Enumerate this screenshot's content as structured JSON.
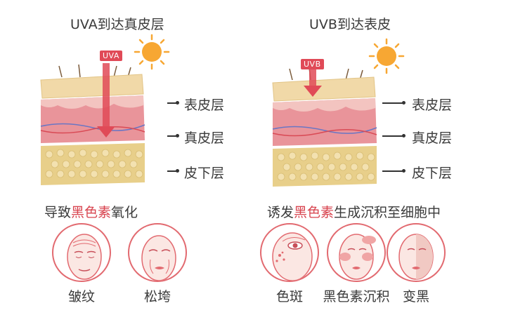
{
  "panels": [
    {
      "title": "UVA到达真皮层",
      "ray_tag": "UVA",
      "layers": [
        "表皮层",
        "真皮层",
        "皮下层"
      ],
      "effect_prefix": "导致",
      "effect_highlight": "黑色素",
      "effect_suffix": "氧化",
      "captions": [
        "皱纹",
        "松垮"
      ]
    },
    {
      "title": "UVB到达表皮",
      "ray_tag": "UVB",
      "layers": [
        "表皮层",
        "真皮层",
        "皮下层"
      ],
      "effect_prefix": "诱发",
      "effect_highlight": "黑色素",
      "effect_suffix": "生成沉积至细胞中",
      "captions": [
        "色斑",
        "黑色素沉积",
        "变黑"
      ]
    }
  ],
  "colors": {
    "accent": "#d8444f",
    "circle_border": "#e26a70",
    "epidermis": "#f1d9a8",
    "dermis": "#e9949a",
    "subcutis": "#e8cf8a",
    "sun": "#f7a733"
  },
  "icons": [
    "sun-icon",
    "arrow-icon",
    "face-icon"
  ]
}
